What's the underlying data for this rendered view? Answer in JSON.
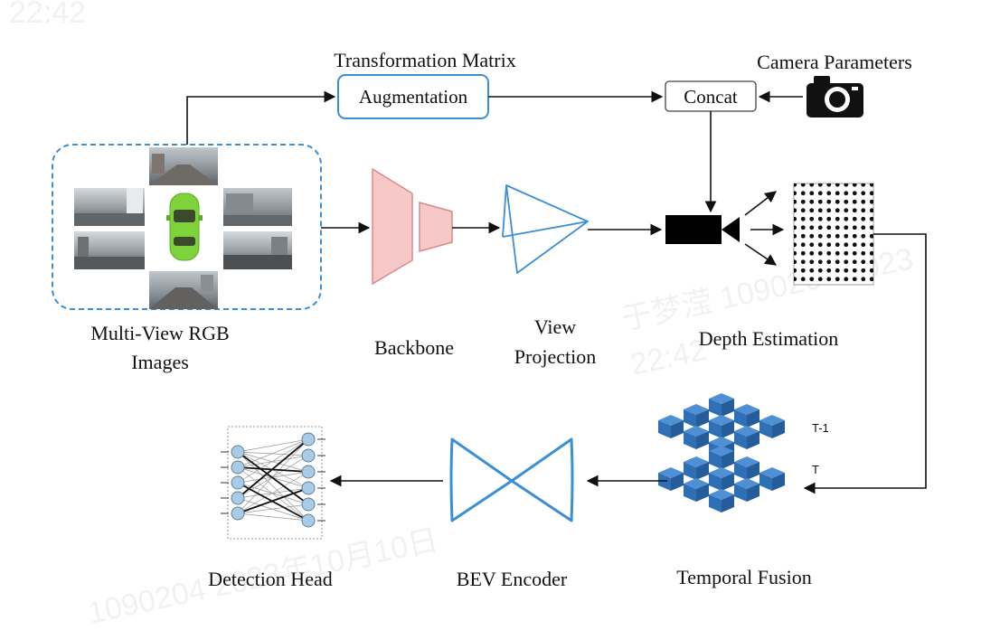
{
  "labels": {
    "transformation_matrix": "Transformation Matrix",
    "augmentation": "Augmentation",
    "concat": "Concat",
    "camera_parameters": "Camera Parameters",
    "multi_view_line1": "Multi-View RGB",
    "multi_view_line2": "Images",
    "backbone": "Backbone",
    "view_line1": "View",
    "view_line2": "Projection",
    "depth_estimation": "Depth Estimation",
    "temporal_fusion": "Temporal Fusion",
    "bev_encoder": "BEV Encoder",
    "detection_head": "Detection Head",
    "t_minus_1": "T-1",
    "t": "T"
  },
  "watermark": {
    "line1": "22:42",
    "line2": "于梦滢 1090204 2023",
    "line3": "22:42",
    "line4": "1090204 2023年10月10日"
  },
  "colors": {
    "accent_blue": "#3b8fd6",
    "cube_blue": "#2f6fb5",
    "backbone_fill": "#f6c8c8",
    "backbone_stroke": "#d98a8a",
    "car_green": "#7ed23a",
    "arrow": "#111111"
  },
  "icons": [
    "camera-icon",
    "video-camera-icon",
    "car-icon",
    "neural-net-icon"
  ]
}
